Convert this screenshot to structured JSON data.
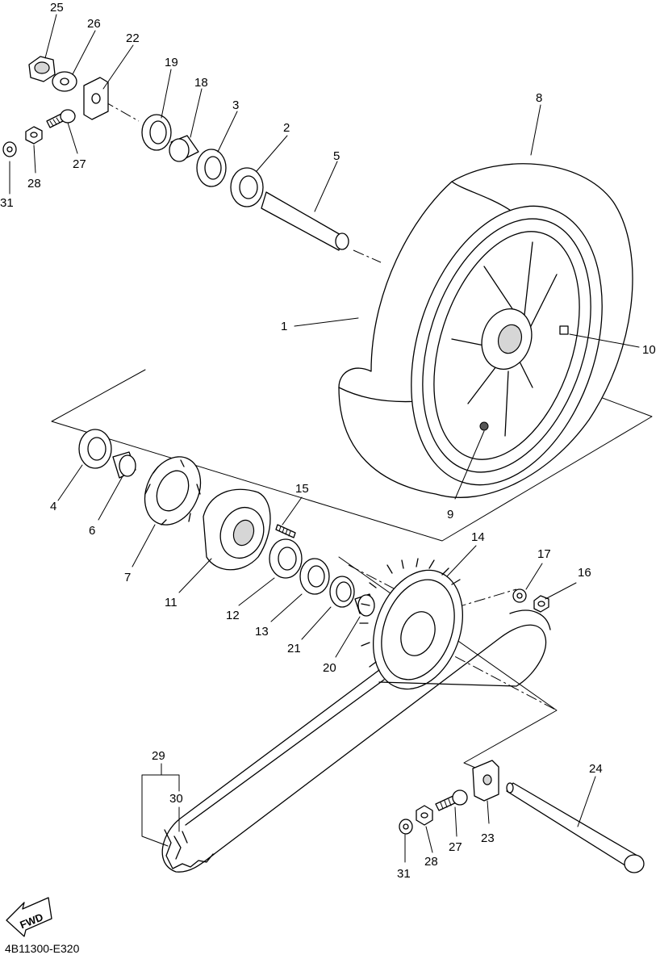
{
  "diagram": {
    "drawing_code": "4B11300-E320",
    "direction_label": "FWD",
    "callouts": [
      "25",
      "26",
      "22",
      "19",
      "18",
      "3",
      "2",
      "5",
      "8",
      "31",
      "28",
      "27",
      "1",
      "10",
      "4",
      "6",
      "7",
      "15",
      "11",
      "12",
      "13",
      "21",
      "20",
      "14",
      "17",
      "16",
      "9",
      "29",
      "30",
      "24",
      "23",
      "31",
      "28",
      "27"
    ]
  }
}
